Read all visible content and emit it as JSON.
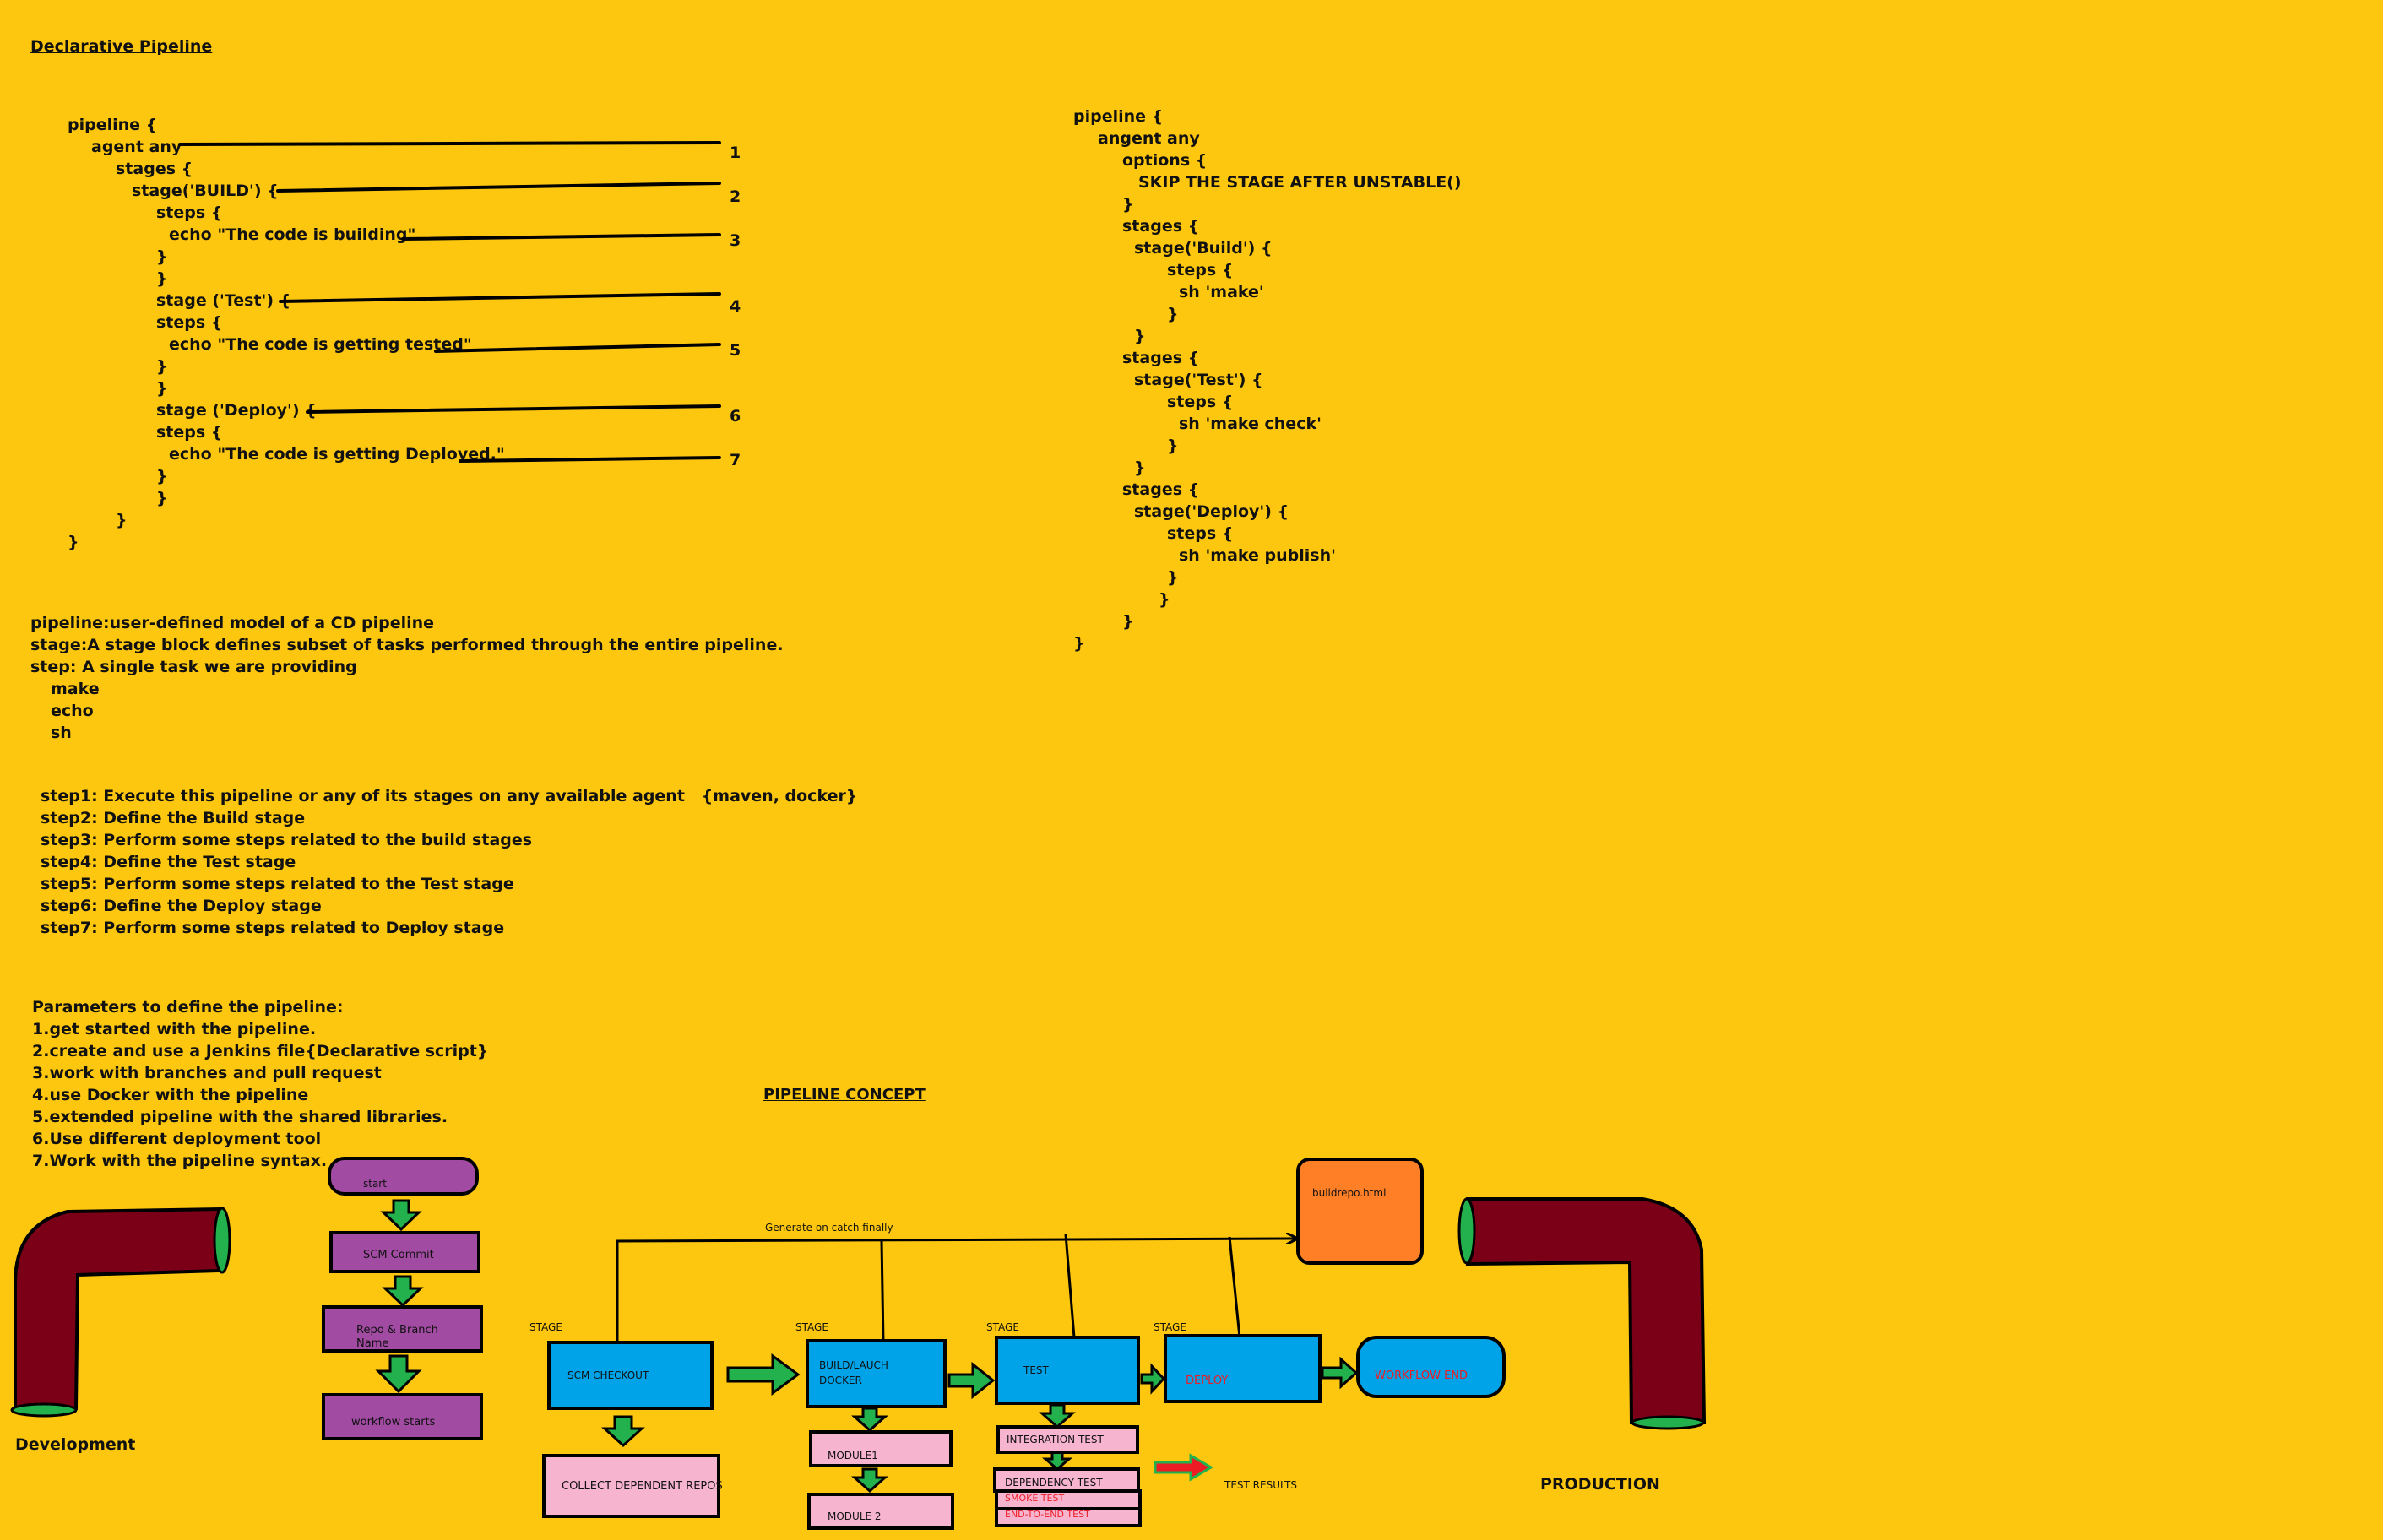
{
  "title_declarative": "Declarative Pipeline",
  "code_left": [
    "pipeline {",
    "agent any",
    "stages {",
    "stage('BUILD') {",
    "steps {",
    "echo \"The code is building\"",
    "}",
    "}",
    "stage ('Test') {",
    "steps {",
    "echo \"The code is getting tested\"",
    "}",
    "}",
    "stage ('Deploy') {",
    "steps {",
    "echo \"The code is getting Deployed.\"",
    "}",
    "}",
    "}",
    "}"
  ],
  "markers": [
    "1",
    "2",
    "3",
    "4",
    "5",
    "6",
    "7"
  ],
  "code_right": [
    "pipeline {",
    "angent any",
    "options {",
    "SKIP THE STAGE AFTER UNSTABLE()",
    "}",
    "stages {",
    "stage('Build') {",
    "steps {",
    "sh 'make'",
    "}",
    "}",
    "stages {",
    "stage('Test') {",
    "steps {",
    "sh 'make check'",
    "}",
    "}",
    "stages {",
    "stage('Deploy') {",
    "steps {",
    "sh 'make publish'",
    "}",
    "}",
    "}",
    "}"
  ],
  "definitions": [
    "pipeline:user-defined model of a CD pipeline",
    "stage:A stage block defines subset of tasks performed through the entire pipeline.",
    "step: A single task we are providing",
    "make",
    "echo",
    "sh"
  ],
  "steps_list": [
    "step1: Execute this pipeline or any of its stages on any available agent   {maven, docker}",
    "step2: Define the Build stage",
    "step3: Perform some steps related to the build stages",
    "step4: Define the Test stage",
    "step5: Perform some steps related to the Test stage",
    "step6: Define the Deploy stage",
    "step7: Perform some steps related to Deploy stage"
  ],
  "parameters": [
    "Parameters to define the pipeline:",
    "1.get started with the pipeline.",
    "2.create and use a Jenkins file{Declarative script}",
    "3.work with branches and pull request",
    "4.use Docker with the pipeline",
    "5.extended pipeline with the shared libraries.",
    "6.Use different deployment tool",
    "7.Work with the pipeline syntax."
  ],
  "diagram": {
    "concept_title": "PIPELINE CONCEPT",
    "development": "Development",
    "production": "PRODUCTION",
    "flow": [
      "start",
      "SCM Commit",
      "Repo & Branch\nName",
      "workflow starts"
    ],
    "stage_word": "STAGE",
    "scm_checkout": "SCM CHECKOUT",
    "collect_repos": "COLLECT DEPENDENT REPOS",
    "build": "BUILD/LAUCH\nDOCKER",
    "module1": "MODULE1",
    "module2": "MODULE 2",
    "test": "TEST",
    "integration_test": "INTEGRATION TEST",
    "dependency_test": "DEPENDENCY TEST",
    "smoke_test": "SMOKE TEST",
    "e2e_test": "END-TO-END TEST",
    "test_results": "TEST RESULTS",
    "deploy": "DEPLOY",
    "workflow_end": "WORKFLOW END",
    "buildrepo": "buildrepo.html",
    "generate": "Generate on catch finally"
  },
  "colors": {
    "background": "#FEC70F",
    "purple": "#A24BA2",
    "blue": "#00A2E8",
    "pink": "#F7B4CF",
    "orange": "#FF7F27",
    "green": "#22B14C",
    "maroon": "#7B0017",
    "red_text": "#ED1C24"
  }
}
